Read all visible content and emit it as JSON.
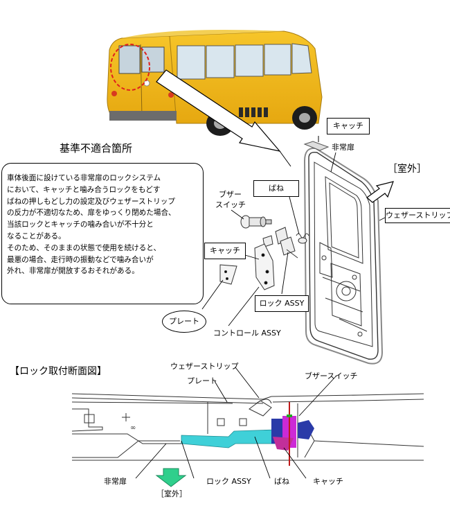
{
  "heading": "基準不適合箇所",
  "description": [
    "車体後面に設けている非常扉のロックシステム",
    "において、キャッチと噛み合うロックをもどす",
    "ばねの押しもどし力の設定及びウェザーストリップ",
    "の反力が不適切なため、扉をゆっくり閉めた場合、",
    "当該ロックとキャッチの噛み合いが不十分と",
    "なることがある。",
    "そのため、そのままの状態で使用を続けると、",
    "最悪の場合、走行時の振動などで噛み合いが",
    "外れ、非常扉が開放するおそれがある。"
  ],
  "labels": {
    "catch_top": "キャッチ",
    "emergency_door": "非常扉",
    "outside": "［室外］",
    "spring": "ばね",
    "buzzer_switch_1": "ブザー",
    "buzzer_switch_2": "スイッチ",
    "weatherstrip": "ウェザーストリップ",
    "catch_mid": "キャッチ",
    "lock_assy": "ロック ASSY",
    "plate": "プレート",
    "control_assy": "コントロール ASSY"
  },
  "section": {
    "title": "【ロック取付断面図】",
    "weatherstrip": "ウェザーストリップ",
    "plate": "プレート",
    "buzzer_switch": "ブザースイッチ",
    "emergency_door": "非常扉",
    "lock_assy": "ロック ASSY",
    "spring": "ばね",
    "catch": "キャッチ",
    "outside": "［室外］"
  }
}
